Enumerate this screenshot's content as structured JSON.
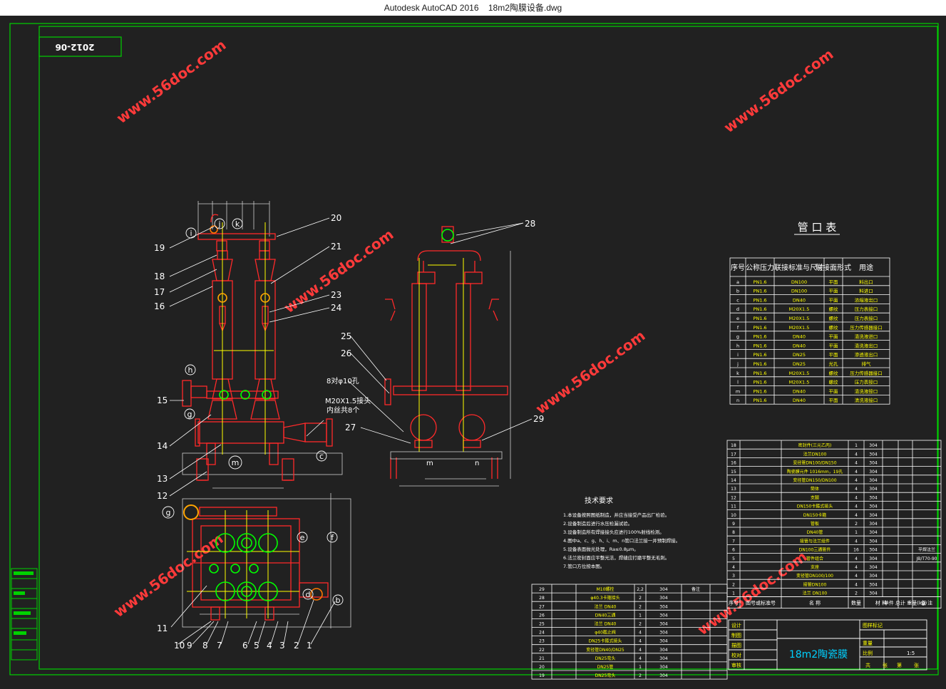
{
  "window": {
    "app_name": "Autodesk AutoCAD 2016",
    "file_name": "18m2陶膜设备.dwg"
  },
  "drawing": {
    "date_stamp": "2012-06",
    "watermark": "www.56doc.com",
    "colors": {
      "frame": "#00d200",
      "pipe": "#ff2a2a",
      "center": "#ffff00",
      "circle": "#00ff00",
      "text": "#ffffff",
      "dim": "#cfcfcf",
      "background": "#212121"
    },
    "balloons_front": [
      "19",
      "18",
      "17",
      "16",
      "15",
      "14",
      "13",
      "12",
      "20",
      "21",
      "23",
      "24"
    ],
    "balloons_side": [
      "28",
      "25",
      "26",
      "27",
      "29"
    ],
    "balloons_plan": [
      "11",
      "10",
      "9",
      "8",
      "7",
      "6",
      "5",
      "4",
      "3",
      "2",
      "1"
    ],
    "nozzle_letters_front": [
      "i",
      "j",
      "k",
      "h",
      "g",
      "m",
      "c"
    ],
    "nozzle_letters_plan": [
      "g",
      "e",
      "f",
      "d",
      "b"
    ],
    "side_letters": [
      "m",
      "n"
    ],
    "note_holes": "8对φ10孔",
    "note_thread_1": "M20X1.5接头",
    "note_thread_2": "内丝共8个"
  },
  "nozzle_table": {
    "title": "管 口 表",
    "headers": [
      "序号",
      "公称压力",
      "联接标准与尺寸",
      "联接面形式",
      "用途"
    ],
    "rows": [
      [
        "a",
        "PN1.6",
        "DN100",
        "平面",
        "料出口"
      ],
      [
        "b",
        "PN1.6",
        "DN100",
        "平面",
        "料进口"
      ],
      [
        "c",
        "PN1.6",
        "DN40",
        "平面",
        "浓缩液出口"
      ],
      [
        "d",
        "PN1.6",
        "M20X1.5",
        "螺纹",
        "压力表接口"
      ],
      [
        "e",
        "PN1.6",
        "M20X1.5",
        "螺纹",
        "压力表接口"
      ],
      [
        "f",
        "PN1.6",
        "M20X1.5",
        "螺纹",
        "压力传感器接口"
      ],
      [
        "g",
        "PN1.6",
        "DN40",
        "平面",
        "清洗液进口"
      ],
      [
        "h",
        "PN1.6",
        "DN40",
        "平面",
        "清洗液出口"
      ],
      [
        "i",
        "PN1.6",
        "DN25",
        "平面",
        "渗透液出口"
      ],
      [
        "j",
        "PN1.6",
        "DN25",
        "光孔",
        "排气"
      ],
      [
        "k",
        "PN1.6",
        "M20X1.5",
        "螺纹",
        "压力传感器接口"
      ],
      [
        "l",
        "PN1.6",
        "M20X1.5",
        "螺纹",
        "压力表接口"
      ],
      [
        "m",
        "PN1.6",
        "DN40",
        "平面",
        "清洗液接口"
      ],
      [
        "n",
        "PN1.6",
        "DN40",
        "平面",
        "清洗液接口"
      ]
    ]
  },
  "tech_req": {
    "title": "技术要求",
    "lines": [
      "1.本设备按照图纸制造，并应当接受产品出厂检验。",
      "2.设备制造后进行水压检漏试验。",
      "3.设备制造所有焊接接头应进行100%射线检测。",
      "4.图中a、c、g、h、i、m、n管口法兰接一并预制焊接。",
      "5.设备表面抛光处理，Ra≤0.8μm。",
      "6.法兰密封面应平整光洁，焊缝应打磨平整无毛刺。",
      "7.管口方位按本图。"
    ]
  },
  "bom_upper": {
    "rows": [
      [
        "18",
        "密封件(三元乙丙)",
        "1",
        "304",
        ""
      ],
      [
        "17",
        "法兰DN100",
        "4",
        "304",
        ""
      ],
      [
        "16",
        "变径管DN100/DN150",
        "4",
        "304",
        ""
      ],
      [
        "15",
        "陶瓷膜元件 1016mm，19孔",
        "4",
        "304",
        ""
      ],
      [
        "14",
        "变径管DN150/DN100",
        "4",
        "304",
        ""
      ],
      [
        "13",
        "筒体",
        "4",
        "304",
        ""
      ],
      [
        "12",
        "支腿",
        "4",
        "304",
        ""
      ],
      [
        "11",
        "DN150卡箍式接头",
        "4",
        "304",
        ""
      ],
      [
        "10",
        "DN150卡箍",
        "4",
        "304",
        ""
      ],
      [
        "9",
        "管板",
        "2",
        "304",
        ""
      ],
      [
        "8",
        "DN40管",
        "1",
        "304",
        ""
      ],
      [
        "7",
        "接管与法兰组件",
        "4",
        "304",
        ""
      ],
      [
        "6",
        "DN100三通管件",
        "16",
        "304",
        "平焊法兰"
      ],
      [
        "5",
        "管件组合",
        "4",
        "304",
        "JB/T70-90"
      ],
      [
        "4",
        "支座",
        "4",
        "304",
        ""
      ],
      [
        "3",
        "变径管DN100/100",
        "4",
        "304",
        ""
      ],
      [
        "2",
        "接管DN100",
        "4",
        "304",
        ""
      ],
      [
        "1",
        "法兰 DN100",
        "2",
        "304",
        ""
      ]
    ],
    "footer": [
      "序号",
      "图号或标准号",
      "名 称",
      "数量",
      "材 料",
      "单件 总计 重量(kg)",
      "备 注"
    ]
  },
  "bom_lower": {
    "rows": [
      [
        "29",
        "M10螺栓",
        "2,2",
        "304",
        "备注"
      ],
      [
        "28",
        "φ40.3卡箍接头",
        "2",
        "304",
        ""
      ],
      [
        "27",
        "法兰 DN40",
        "2",
        "304",
        ""
      ],
      [
        "26",
        "DN40三通",
        "1",
        "304",
        ""
      ],
      [
        "25",
        "法兰 DN40",
        "2",
        "304",
        ""
      ],
      [
        "24",
        "φ40截止阀",
        "4",
        "304",
        ""
      ],
      [
        "23",
        "DN25卡箍式接头",
        "4",
        "304",
        ""
      ],
      [
        "22",
        "变径管DN40/DN25",
        "4",
        "304",
        ""
      ],
      [
        "21",
        "DN25弯头",
        "4",
        "304",
        ""
      ],
      [
        "20",
        "DN25管",
        "1",
        "304",
        ""
      ],
      [
        "19",
        "DN25弯头",
        "2",
        "304",
        ""
      ]
    ]
  },
  "title_block": {
    "title": "18m2陶瓷膜",
    "left_labels": [
      "设计",
      "制图",
      "描图",
      "校对",
      "审核"
    ],
    "right_labels": [
      "图样标记",
      "重量",
      "比例"
    ],
    "scale_value": "1:5",
    "sheet_info": [
      "共",
      "张",
      "第",
      "张"
    ]
  },
  "left_strip_labels": [
    "",
    "",
    "",
    "",
    "",
    "",
    "",
    "",
    "",
    ""
  ]
}
